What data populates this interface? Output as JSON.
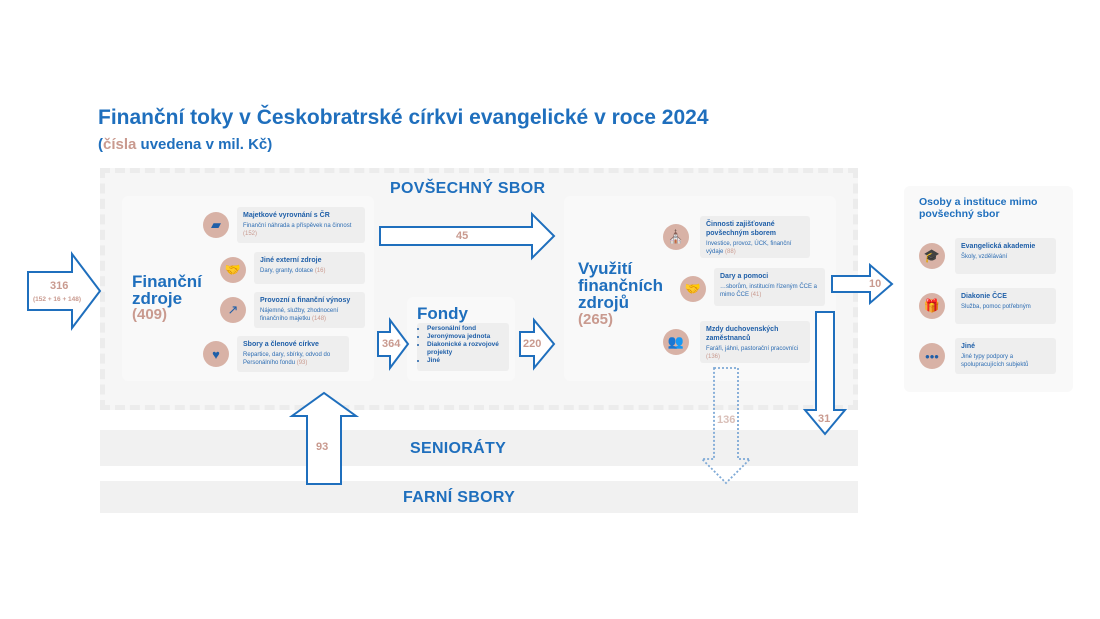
{
  "title": "Finanční toky v Českobratrské církvi evangelické v roce 2024",
  "subtitle": {
    "open": "(",
    "accent": "čísla",
    "rest": " uvedena v mil. Kč)"
  },
  "sections": {
    "povsechny": "POVŠECHNÝ SBOR",
    "seniorat": "SENIORÁTY",
    "farni": "FARNÍ SBORY"
  },
  "zdroje": {
    "label_line1": "Finanční",
    "label_line2": "zdroje",
    "total": "(409)",
    "items": [
      {
        "title": "Majetkové vyrovnání s ČR",
        "sub": "Finanční náhrada a příspěvek na činnost",
        "num": "(152)",
        "icon": "czech-map-icon"
      },
      {
        "title": "Jiné externí zdroje",
        "sub": "Dary, granty, dotace",
        "num": "(16)",
        "icon": "handshake-icon"
      },
      {
        "title": "Provozní a finanční výnosy",
        "sub": "Nájemné, služby, zhodnocení finančního majetku",
        "num": "(148)",
        "icon": "growth-chart-icon"
      },
      {
        "title": "Sbory a členové církve",
        "sub": "Repartice, dary, sbírky, odvod do Personálního fondu",
        "num": "(93)",
        "icon": "heart-icon"
      }
    ]
  },
  "fondy": {
    "label": "Fondy",
    "items": [
      "Personální fond",
      "Jeronýmova jednota",
      "Diakonické a rozvojové projekty",
      "Jiné"
    ]
  },
  "vyuziti": {
    "label_line1": "Využití",
    "label_line2": "finančních",
    "label_line3": "zdrojů",
    "total": "(265)",
    "items": [
      {
        "title": "Činnosti zajišťované povšechným sborem",
        "sub": "Investice, provoz, ÚCK, finanční výdaje",
        "num": "(88)",
        "icon": "church-building-icon"
      },
      {
        "title": "Dary a pomoci",
        "sub": "…sborům, institucím řízeným ČCE a mimo ČCE",
        "num": "(41)",
        "icon": "handshake-icon"
      },
      {
        "title": "Mzdy duchovenských zaměstnanců",
        "sub": "Faráři, jáhni, pastorační pracovníci",
        "num": "(136)",
        "icon": "people-icon"
      }
    ]
  },
  "outside": {
    "title_line1": "Osoby a instituce mimo",
    "title_line2": "povšechný sbor",
    "items": [
      {
        "title": "Evangelická akademie",
        "sub": "Školy, vzdělávání",
        "icon": "graduation-cap-icon"
      },
      {
        "title": "Diakonie ČCE",
        "sub": "Služba, pomoc potřebným",
        "icon": "gift-icon"
      },
      {
        "title": "Jiné",
        "sub": "Jiné typy podpory a spolupracujících subjektů",
        "icon": "more-dots-icon"
      }
    ]
  },
  "flows": {
    "in_main": "316",
    "in_main_detail": "(152 + 16 + 148)",
    "to_usage": "45",
    "to_fondy": "364",
    "from_fondy": "220",
    "from_sbory": "93",
    "to_outside": "10",
    "down_right": "31",
    "down_dotted": "136"
  },
  "colors": {
    "blue": "#1f6fbd",
    "accent": "#c99a8f",
    "panel": "#f6f6f6",
    "card": "#eeeeee"
  }
}
